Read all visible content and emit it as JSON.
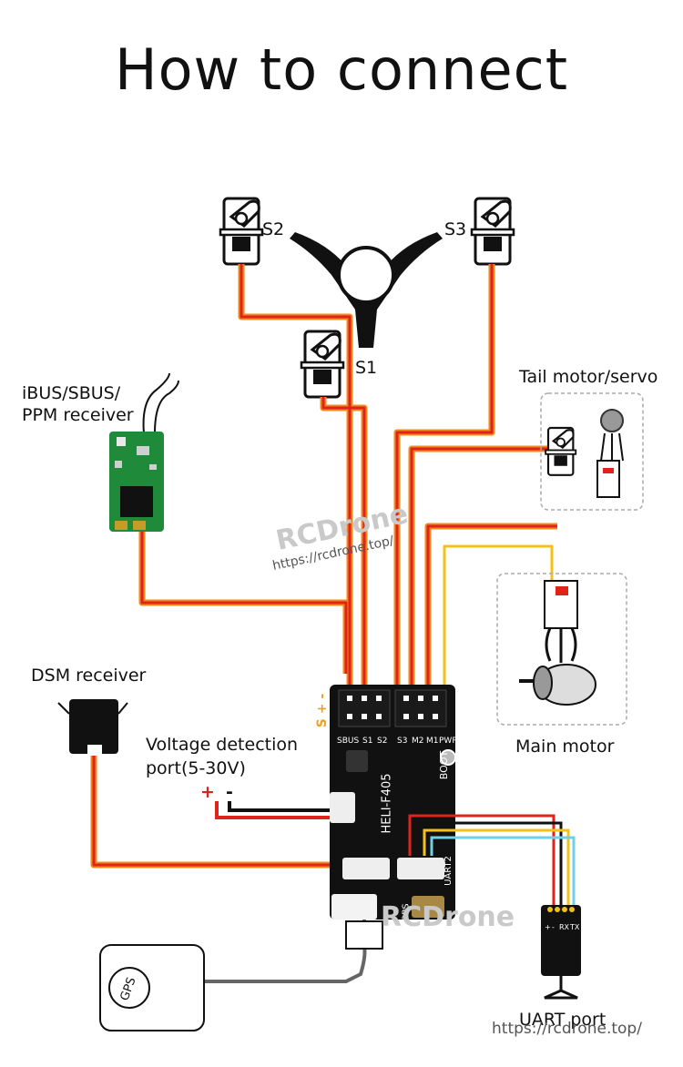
{
  "title": "How to connect",
  "labels": {
    "s2": "S2",
    "s3": "S3",
    "s1": "S1",
    "rx_line1": "iBUS/SBUS/",
    "rx_line2": "PPM receiver",
    "tail": "Tail motor/servo",
    "dsm": "DSM receiver",
    "volt_line1": "Voltage detection",
    "volt_line2": "port(5-30V)",
    "plus": "+",
    "minus": "-",
    "main_motor": "Main motor",
    "uart": "UART port",
    "gps": "GPS"
  },
  "board": {
    "name": "HELI-F405",
    "boot": "BOOT",
    "pins": "S + -",
    "ports": [
      "SBUS",
      "S1",
      "S2",
      "S3",
      "M2",
      "M1",
      "PWR"
    ],
    "uart": "UART2",
    "gps_port": "GPS",
    "uart_pins": [
      "+",
      "-",
      "RX",
      "TX"
    ]
  },
  "watermarks": {
    "brand": "RCDrone",
    "url": "https://rcdrone.top/"
  },
  "colors": {
    "wire_red": "#e0231c",
    "wire_orange": "#f08a1a",
    "wire_black": "#111111",
    "wire_yellow": "#f2c21a",
    "wire_cyan": "#6fd0e8",
    "wire_green": "#2e9e3a",
    "pcb_green": "#1f8a3a",
    "board_black": "#111111"
  }
}
